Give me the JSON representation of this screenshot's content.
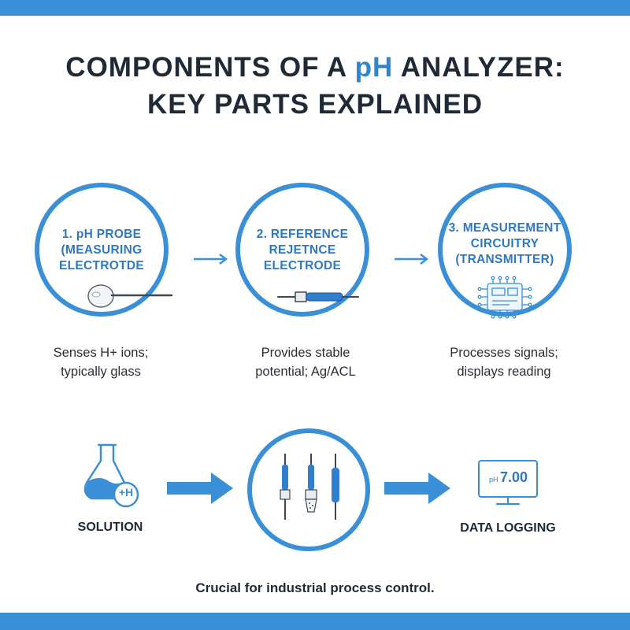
{
  "title": {
    "line1_before": "COMPONENTS OF A ",
    "line1_accent": "pH",
    "line1_after": " ANALYZER:",
    "line2": "KEY PARTS EXPLAINED"
  },
  "components": [
    {
      "label_lines": [
        "1. pH PROBE",
        "(MEASURING",
        "ELECTROTDE"
      ],
      "desc_lines": [
        "Senses H+ ions;",
        "typically glass"
      ]
    },
    {
      "label_lines": [
        "2. REFERENCE",
        "REJETNCE",
        "ELECTRODE"
      ],
      "desc_lines": [
        "Provides stable",
        "potential; Ag/ACL"
      ]
    },
    {
      "label_lines": [
        "3. MEASUREMENT",
        "CIRCUITRY",
        "(TRANSMITTER)"
      ],
      "desc_lines": [
        "Processes signals;",
        "displays reading"
      ]
    }
  ],
  "flow": {
    "solution_label": "SOLUTION",
    "flask_text": "+H",
    "monitor_small": "pH",
    "monitor_value": "7.00",
    "logging_label": "DATA LOGGING"
  },
  "footer": "Crucial for industrial process control.",
  "colors": {
    "accent": "#3a8fd6",
    "dark": "#1f2a36"
  }
}
